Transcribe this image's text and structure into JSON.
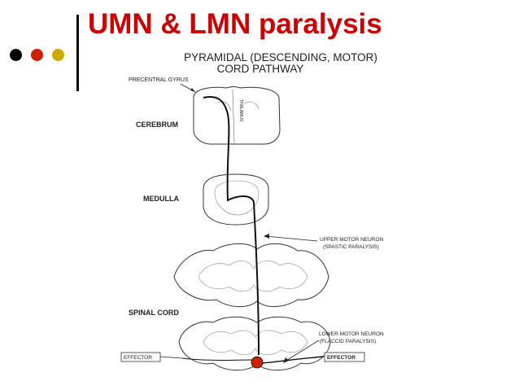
{
  "slide": {
    "title": "UMN & LMN paralysis"
  },
  "bullets": {
    "colors": [
      "#000000",
      "#cc2200",
      "#ccaa00"
    ]
  },
  "diagram": {
    "heading_line1": "PYRAMIDAL (DESCENDING, MOTOR)",
    "heading_line2": "CORD PATHWAY",
    "labels": {
      "precentral_gyrus": "PRECENTRAL GYRUS",
      "thalamus": "THALAMUS",
      "cerebrum": "CEREBRUM",
      "medulla": "MEDULLA",
      "spinal_cord": "SPINAL CORD",
      "umn_line1": "UPPER MOTOR NEURON",
      "umn_line2": "(SPASTIC PARALYSIS)",
      "lmn_line1": "LOWER MOTOR NEURON",
      "lmn_line2": "(FLACCID PARALYSIS)",
      "effector_left": "EFFECTOR",
      "effector_right": "EFFECTOR"
    },
    "neuron_cell_color": "#cc2200"
  }
}
